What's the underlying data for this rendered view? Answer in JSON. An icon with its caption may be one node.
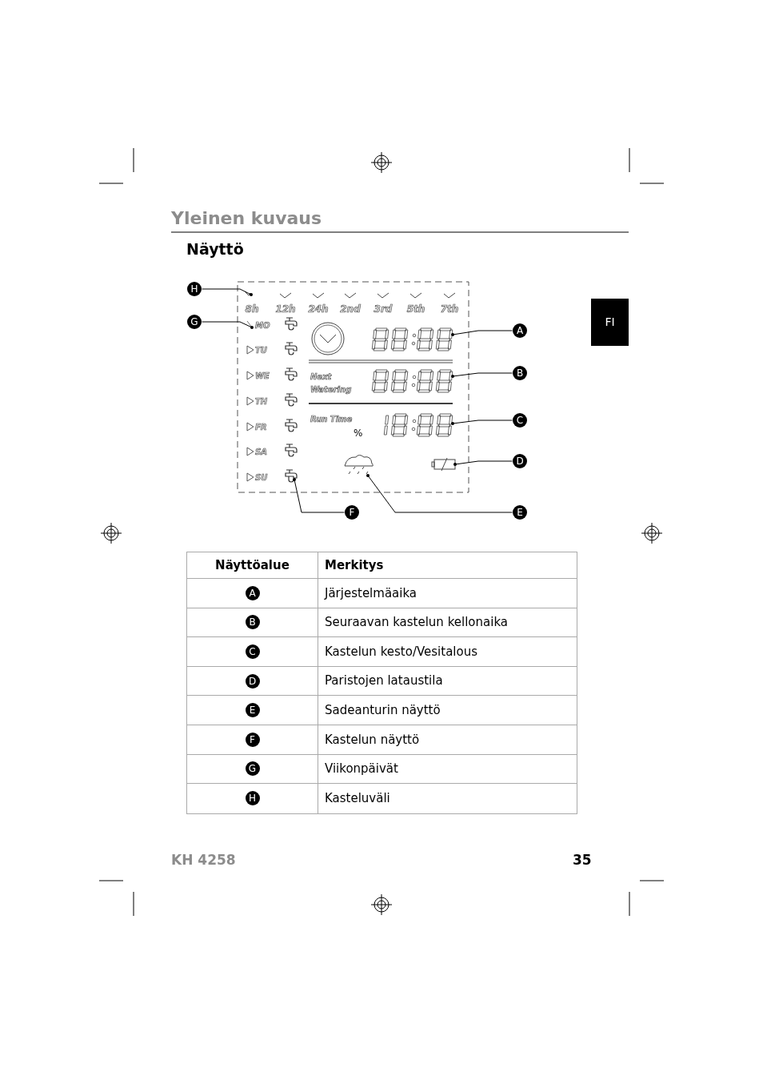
{
  "diagram": {
    "title": "Yleinen kuvaus",
    "nodes": [
      {
        "text": [
          "H"
        ]
      },
      {
        "text": [
          "G"
        ]
      },
      {
        "text": [
          "A"
        ]
      },
      {
        "text": [
          "B"
        ]
      },
      {
        "text": [
          "C"
        ]
      },
      {
        "text": [
          "D"
        ]
      },
      {
        "text": [
          "F"
        ]
      },
      {
        "text": [
          "E"
        ]
      },
      {
        "text": [],
        "shape": "check"
      },
      {
        "text": [],
        "shape": "mark"
      },
      {
        "text": [],
        "shape": "display"
      },
      {
        "text": [],
        "shape": "display"
      },
      {
        "text": [],
        "shape": "display"
      },
      {
        "text": [],
        "shape": "battery"
      },
      {
        "text": [],
        "shape": "tap"
      },
      {
        "text": [],
        "shape": "cloud"
      },
      {
        "text": [
          "A"
        ]
      },
      {
        "text": [
          "B"
        ]
      },
      {
        "text": [
          "C"
        ]
      },
      {
        "text": [
          "D"
        ]
      },
      {
        "text": [
          "E"
        ]
      },
      {
        "text": [
          "F"
        ]
      },
      {
        "text": [
          "G"
        ]
      },
      {
        "text": [
          "H"
        ]
      }
    ],
    "edges": [
      {
        "from": 0,
        "to": 8,
        "arrow": "other"
      },
      {
        "from": 1,
        "to": 9,
        "arrow": "other"
      },
      {
        "from": 2,
        "to": 10,
        "arrow": "other"
      },
      {
        "from": 3,
        "to": 11,
        "arrow": "other"
      },
      {
        "from": 4,
        "to": 12,
        "arrow": "other"
      },
      {
        "from": 5,
        "to": 13,
        "arrow": "other"
      },
      {
        "from": 6,
        "to": 14,
        "arrow": "other"
      },
      {
        "from": 7,
        "to": 15,
        "arrow": "other"
      }
    ],
    "labels": [
      "Näyttö",
      "FI",
      "8h",
      "12h",
      "24h",
      "2nd",
      "3rd",
      "5th",
      "7th",
      "MO",
      "TU",
      "WE",
      "TH",
      "FR",
      "SA",
      "SU",
      "Next Watering",
      "Run Time",
      "%",
      "Näyttöalue",
      "Merkitys",
      "Järjestelmäaika",
      "Seuraavan kastelun kellonaika",
      "Kastelun kesto/Vesitalous",
      "Paristojen lataustila",
      "Sadeanturin näyttö",
      "Kastelun näyttö",
      "Viikonpäivät",
      "Kasteluväli",
      "KH 4258",
      "35"
    ]
  }
}
